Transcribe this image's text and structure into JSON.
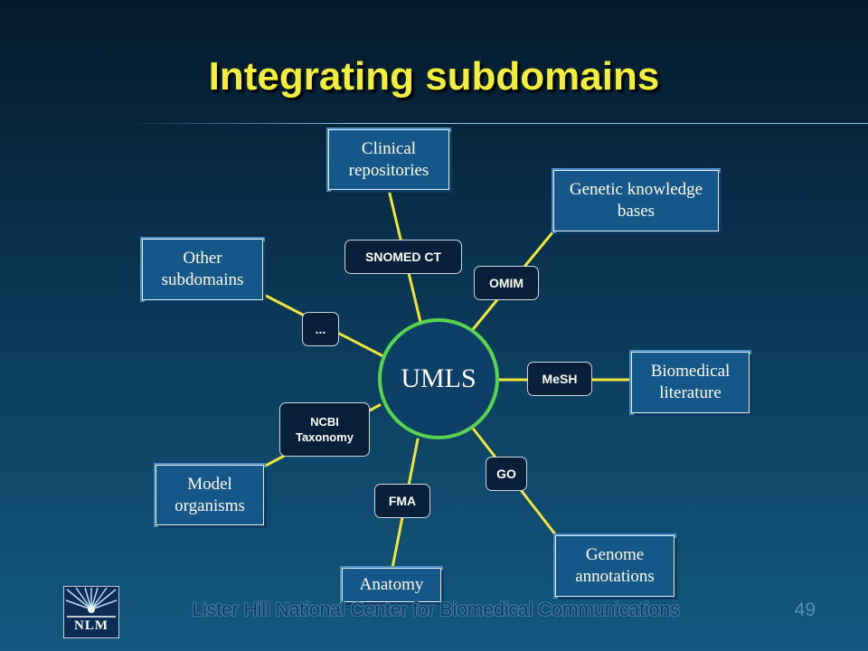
{
  "slide": {
    "title": "Integrating subdomains",
    "footer": "Lister Hill National Center for Biomedical Communications",
    "page_number": "49",
    "logo_text": "NLM"
  },
  "diagram": {
    "center": "UMLS",
    "line_color": "#f0e63a",
    "circle_color": "#58d44e",
    "nodes": {
      "clinical": "Clinical repositories",
      "genetic": "Genetic knowledge bases",
      "other": "Other subdomains",
      "biomedical": "Biomedical literature",
      "model": "Model organisms",
      "genome": "Genome annotations",
      "anatomy": "Anatomy"
    },
    "connectors": {
      "snomed": "SNOMED CT",
      "omim": "OMIM",
      "ellipsis": "...",
      "mesh": "MeSH",
      "ncbi": "NCBI Taxonomy",
      "go": "GO",
      "fma": "FMA"
    }
  }
}
